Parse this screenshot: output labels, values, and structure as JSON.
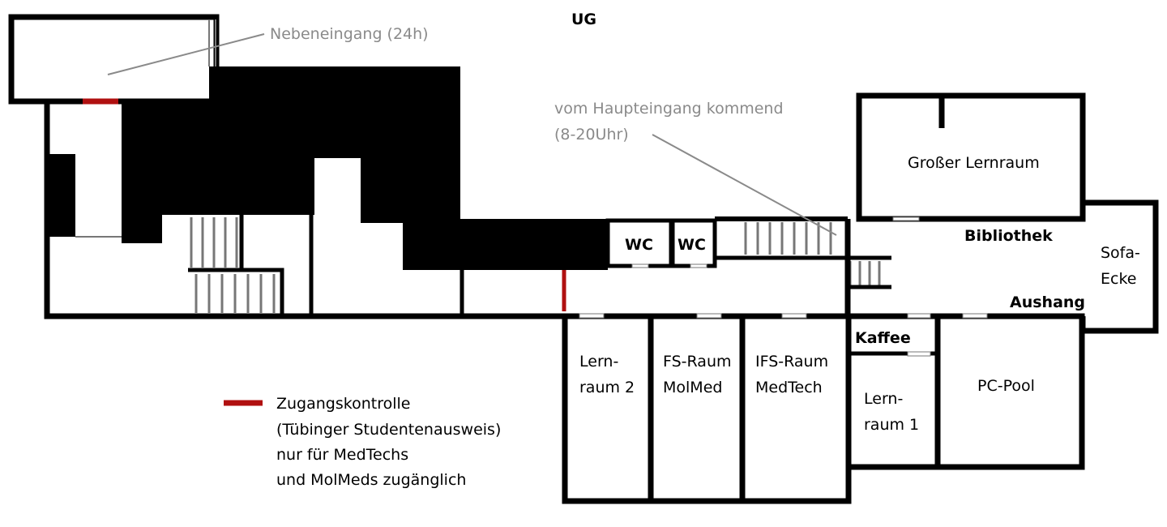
{
  "floor_title": "UG",
  "annotations": {
    "side_entrance": "Nebeneingang (24h)",
    "main_entrance_line1": "vom  Haupteingang kommend",
    "main_entrance_line2": "(8-20Uhr)"
  },
  "rooms": {
    "wc1": "WC",
    "wc2": "WC",
    "large_study": "Großer Lernraum",
    "library": "Bibliothek",
    "sofa_line1": "Sofa-",
    "sofa_line2": "Ecke",
    "notice": "Aushang",
    "coffee": "Kaffee",
    "study2_line1": "Lern-",
    "study2_line2": "raum 2",
    "fs_line1": "FS-Raum",
    "fs_line2": "MolMed",
    "ifs_line1": "IFS-Raum",
    "ifs_line2": "MedTech",
    "study1_line1": "Lern-",
    "study1_line2": "raum 1",
    "pc_pool": "PC-Pool"
  },
  "legend": {
    "line1": "Zugangskontrolle",
    "line2": "(Tübinger Studentenausweis)",
    "line3": "nur für MedTechs",
    "line4": "und MolMeds zugänglich"
  },
  "colors": {
    "wall": "#000000",
    "access_control": "#b01010",
    "annotation_text": "#8a8a8a"
  }
}
